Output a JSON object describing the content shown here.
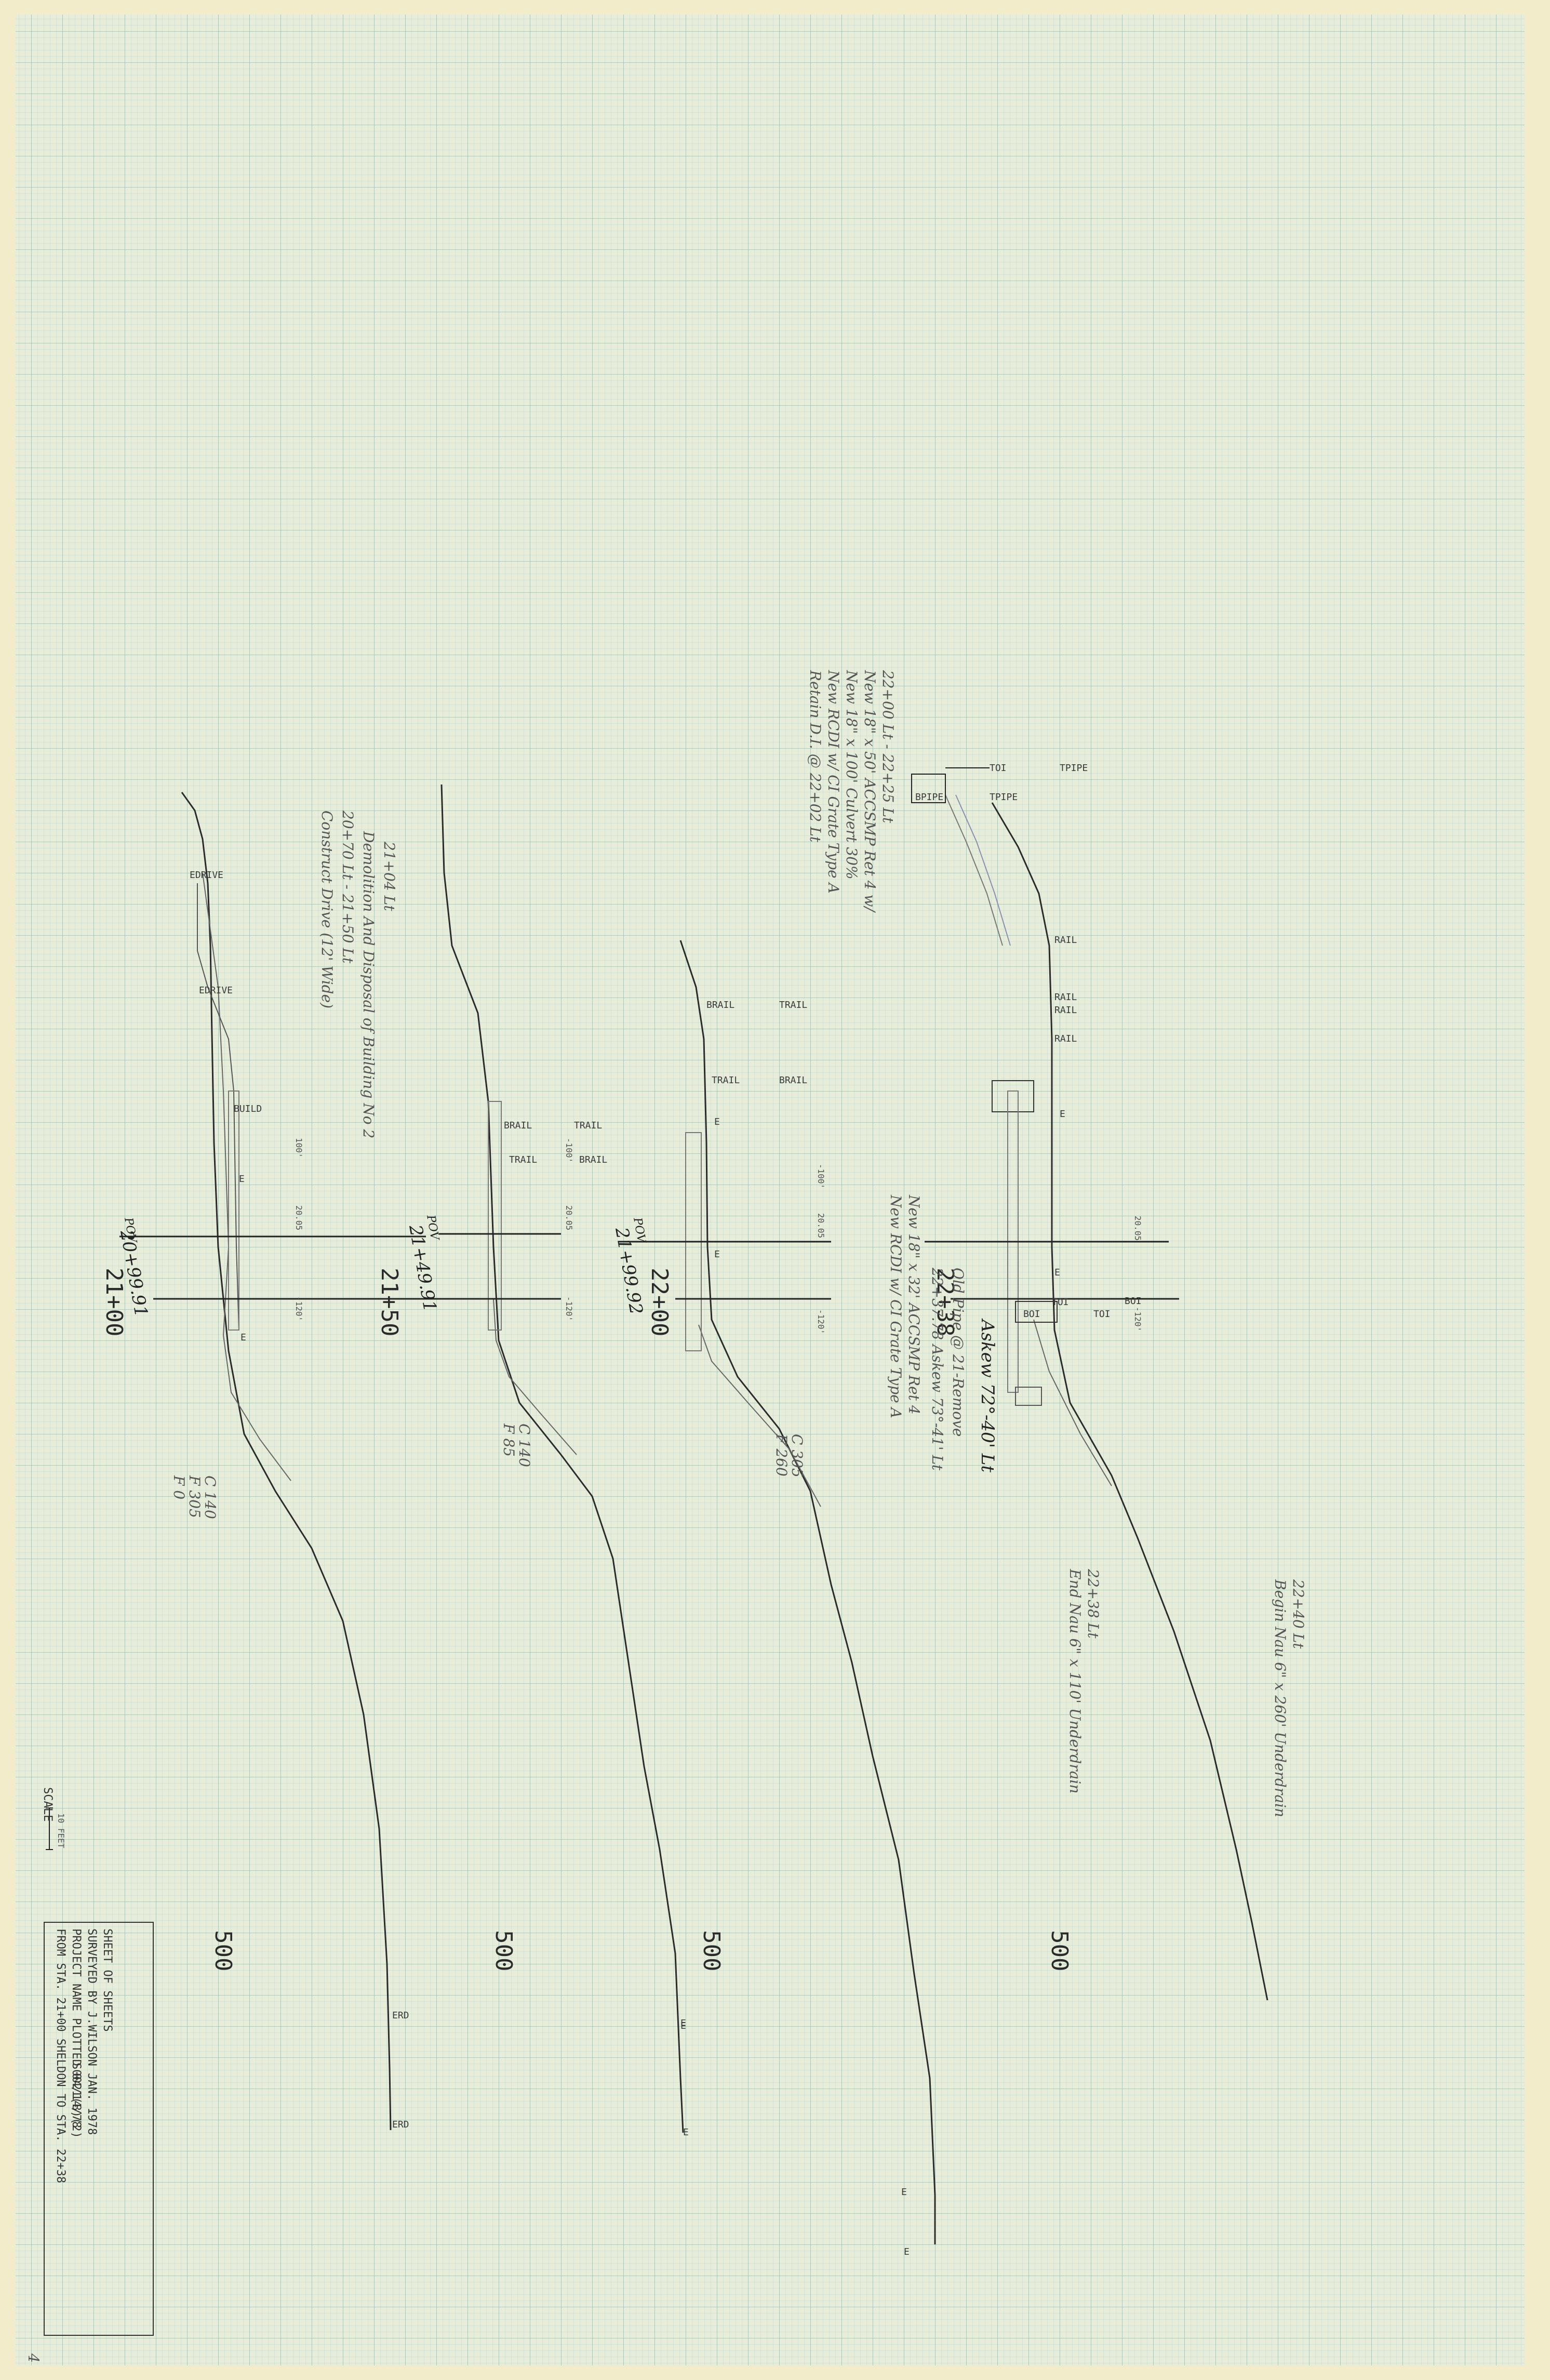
{
  "sections": [
    {
      "id": "sec1",
      "station_label": "21+00",
      "pov_label": "20+99.91",
      "pov_tag": "POV",
      "hundreds_label": "500",
      "points": [
        "EDRIVE",
        "EDRIVE",
        "BUILD",
        "E",
        "E",
        "ERD",
        "ERD"
      ],
      "offsets": [
        "100'",
        "20.05",
        "-120'"
      ],
      "notes": [
        "Demolition And Disposal of Building No 2",
        "20+70 Lt - 21+50 Lt",
        "Construct Drive (12' Wide)",
        "21+04 Lt"
      ],
      "grades": [
        "C 140",
        "F 305",
        "F 0"
      ]
    },
    {
      "id": "sec2",
      "station_label": "21+50",
      "pov_label": "21+49.91",
      "pov_tag": "POV",
      "hundreds_label": "500",
      "points": [
        "BRAIL",
        "TRAIL",
        "TRAIL",
        "BRAIL",
        "E"
      ],
      "offsets": [
        "-100'",
        "20.05",
        "-120'"
      ],
      "grades": [
        "C 140",
        "F 85"
      ]
    },
    {
      "id": "sec3",
      "station_label": "22+00",
      "pov_label": "21+99.92",
      "pov_tag": "POV",
      "hundreds_label": "500",
      "points": [
        "BRAIL",
        "TRAIL",
        "TRAIL",
        "BRAIL",
        "E",
        "E",
        "E",
        "E"
      ],
      "offsets": [
        "-100'",
        "20.05",
        "-120'"
      ],
      "notes": [
        "New 18\" x 32' ACCSMP Ret 4",
        "New RCDI w/ CI Grate Type A"
      ],
      "grades": [
        "C 305",
        "F 260"
      ],
      "top_notes": [
        "22+00 Lt - 22+25 Lt",
        "New 18\" x 50' ACCSMP Ret 4 w/",
        "New 18\" x 100' Culvert 30%",
        "New RCDI w/ CI Grate Type A",
        "Retain D.I. @ 22+02 Lt"
      ]
    },
    {
      "id": "sec4",
      "station_label": "22+38",
      "pov_label": "",
      "pov_tag": "",
      "hundreds_label": "500",
      "points": [
        "TOI",
        "TPIPE",
        "BPIPE",
        "TPIPE",
        "RAIL",
        "RAIL",
        "RAIL",
        "RAIL",
        "E",
        "E",
        "BOI",
        "TOI",
        "BOI",
        "TOI",
        "E",
        "E"
      ],
      "offsets": [
        "20.05",
        "-120'"
      ],
      "notes": [
        "Askew 72°-40' Lt",
        "Old Pipe @ 21-Remove",
        "22+37.78 Askew 73°-41' Lt",
        "22+38 Lt",
        "End Nau 6\" x 110' Underdrain"
      ],
      "grades": [],
      "far_note": [
        "22+40 Lt",
        "Begin Nau 6\" x 260' Underdrain"
      ]
    }
  ],
  "title_block": {
    "line1": "FROM STA. 21+00   SHELDON    TO STA. 22+38",
    "line2": "PROJECT NAME         PLOTTED 04/14/78",
    "line3": "SURVEYED BY    J.WILSON    JAN. 1978",
    "line4": "SHEET    OF    SHEETS",
    "project_no": "S0021(8)(2)",
    "scale_label": "SCALE",
    "scale_unit": "10 FEET",
    "corner_mark": "4"
  },
  "colors": {
    "paper": "#e7ecd9",
    "grid_minor": "#b8cfc4",
    "grid_major": "#92b4a8",
    "border": "#f3eccb",
    "pencil": "#2b2b2b"
  }
}
